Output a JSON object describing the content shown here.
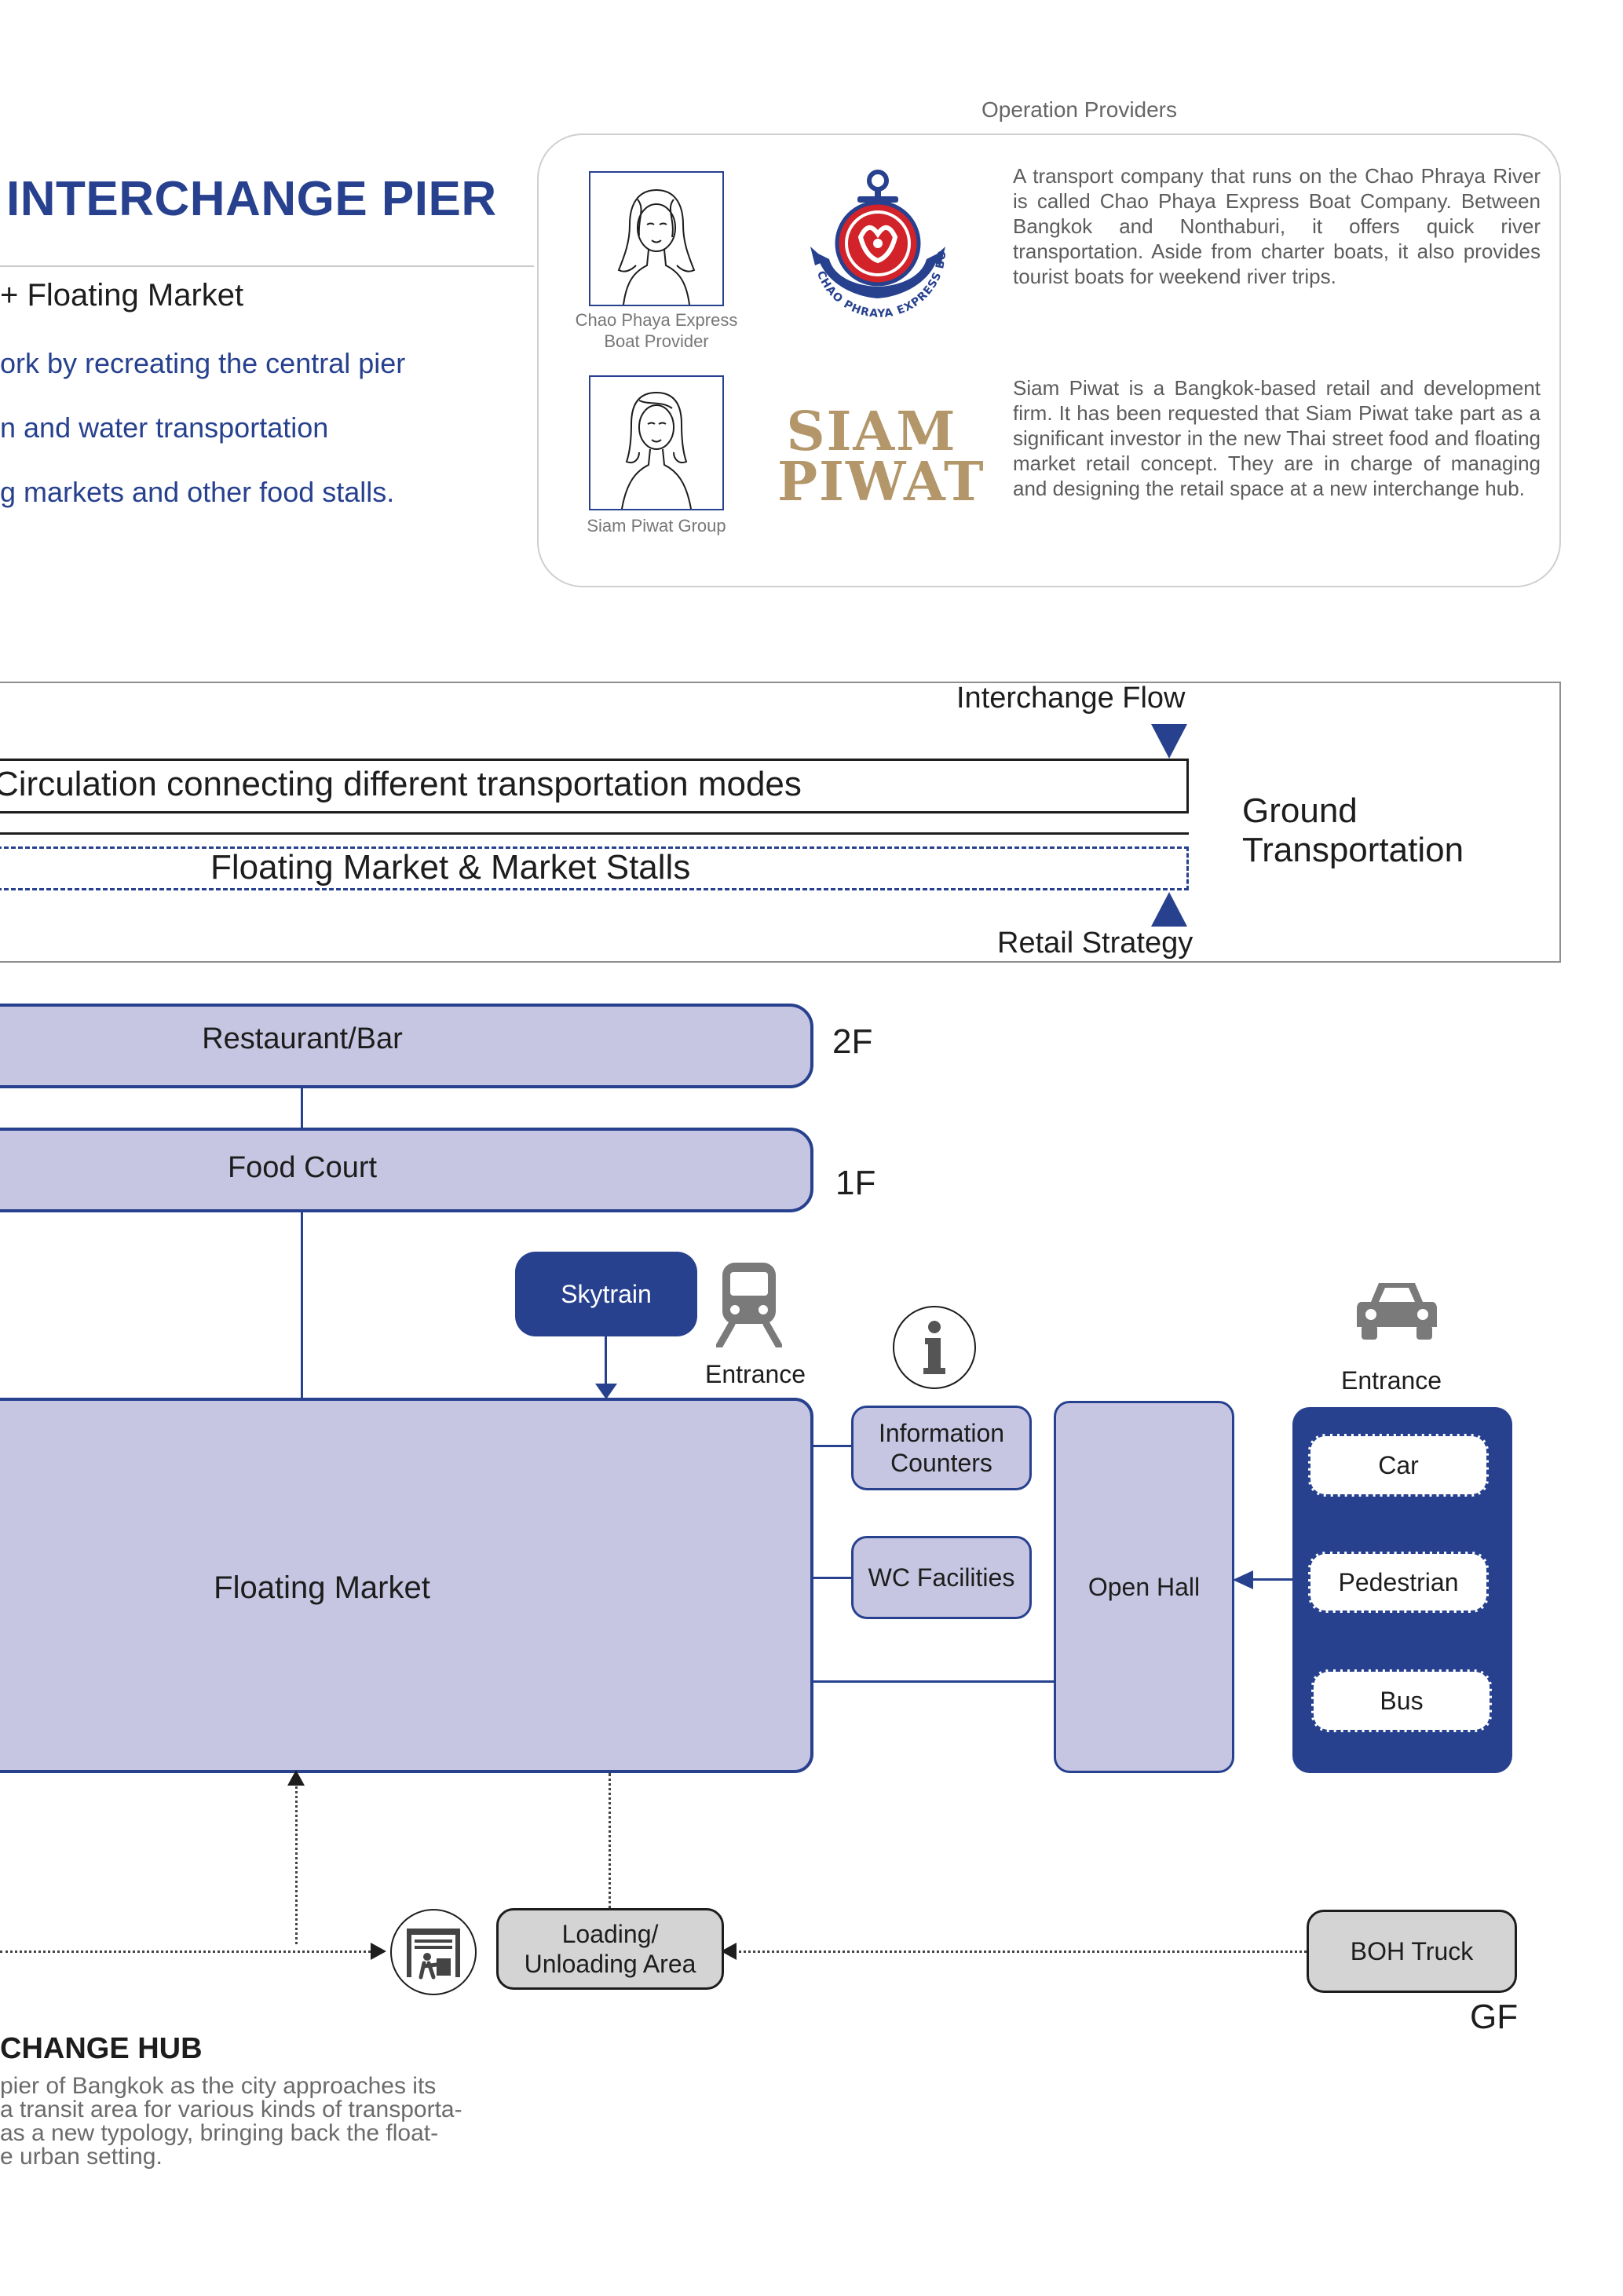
{
  "header": {
    "title": "INTERCHANGE PIER",
    "subtitle": "+ Floating Market",
    "bullets": [
      "ork by recreating the central pier",
      "n and water transportation",
      "g markets and other food stalls."
    ]
  },
  "providers": {
    "label": "Operation Providers",
    "items": [
      {
        "caption_line1": "Chao Phaya Express",
        "caption_line2": "Boat Provider",
        "logo_text": "CHAO PHRAYA EXPRESS BOAT",
        "description": "A transport company that runs on the Chao Phraya River is called Chao Phaya Express Boat Company. Between Bangkok and Nonthaburi, it offers quick river transportation. Aside from charter boats, it also provides tourist boats for weekend river trips."
      },
      {
        "caption_line1": "Siam Piwat Group",
        "logo_line1": "SIAM",
        "logo_line2": "PIWAT",
        "description": "Siam Piwat is a Bangkok-based retail and development firm. It has been requested that Siam Piwat take part as a significant investor in the new Thai street food and floating market retail concept. They are in charge of managing and designing the retail space at a new interchange hub."
      }
    ],
    "colors": {
      "accent": "#27418f",
      "logo_red": "#d2232a",
      "siam_gold": "#b3976a"
    }
  },
  "flow": {
    "interchange_label": "Interchange Flow",
    "circulation_label": "Circulation connecting different transportation modes",
    "market_label": "Floating Market & Market Stalls",
    "retail_label": "Retail Strategy",
    "ground_line1": "Ground",
    "ground_line2": "Transportation"
  },
  "diagram": {
    "restaurant": "Restaurant/Bar",
    "floor_2f": "2F",
    "food_court": "Food Court",
    "floor_1f": "1F",
    "skytrain": "Skytrain",
    "train_icon": "train-icon",
    "entrance_train": "Entrance",
    "info_icon": "info-icon",
    "info_line1": "Information",
    "info_line2": "Counters",
    "wc": "WC Facilities",
    "floating_market": "Floating Market",
    "open_hall": "Open Hall",
    "car_icon": "car-icon",
    "entrance_car": "Entrance",
    "car": "Car",
    "pedestrian": "Pedestrian",
    "bus": "Bus",
    "loading_line1": "Loading/",
    "loading_line2": "Unloading Area",
    "loading_icon": "loading-dock-icon",
    "boh_truck": "BOH Truck",
    "floor_gf": "GF",
    "colors": {
      "lavender": "#c7c6e2",
      "navy": "#27418f",
      "grey": "#d4d4d4"
    }
  },
  "hub": {
    "title": "CHANGE HUB",
    "lines": [
      "pier of Bangkok as the city approaches its",
      "a transit area for various kinds of transporta-",
      "as a new typology, bringing back the float-",
      "e urban setting."
    ]
  }
}
